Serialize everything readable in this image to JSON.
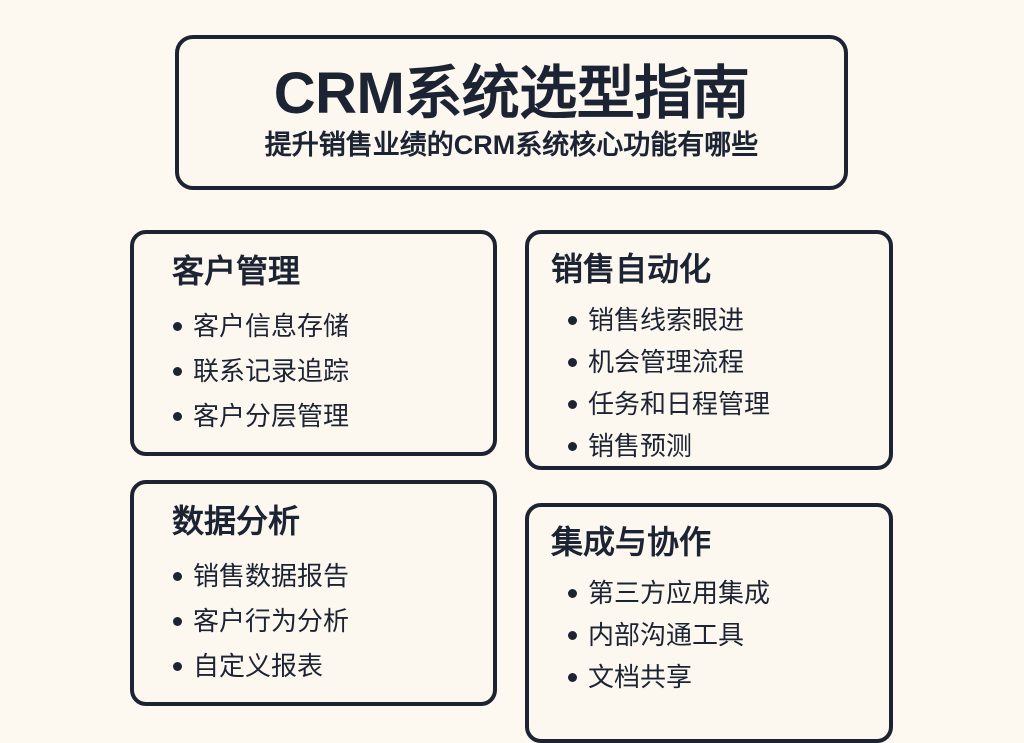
{
  "theme": {
    "page_background": "#fdf8f0",
    "card_background": "#fcf7ef",
    "ink": "#1c2434",
    "border": "#1c2434"
  },
  "header": {
    "title": "CRM系统选型指南",
    "subtitle": "提升销售业绩的CRM系统核心功能有哪些"
  },
  "cards": [
    {
      "id": "customer-management",
      "title": "客户管理",
      "items": [
        "客户信息存储",
        "联系记录追踪",
        "客户分层管理"
      ]
    },
    {
      "id": "sales-automation",
      "title": "销售自动化",
      "items": [
        "销售线索眼进",
        "机会管理流程",
        "任务和日程管理",
        "销售预测"
      ]
    },
    {
      "id": "data-analysis",
      "title": "数据分析",
      "items": [
        "销售数据报告",
        "客户行为分析",
        "自定义报表"
      ]
    },
    {
      "id": "integration-collaboration",
      "title": "集成与协作",
      "items": [
        "第三方应用集成",
        "内部沟通工具",
        "文档共享"
      ]
    }
  ]
}
